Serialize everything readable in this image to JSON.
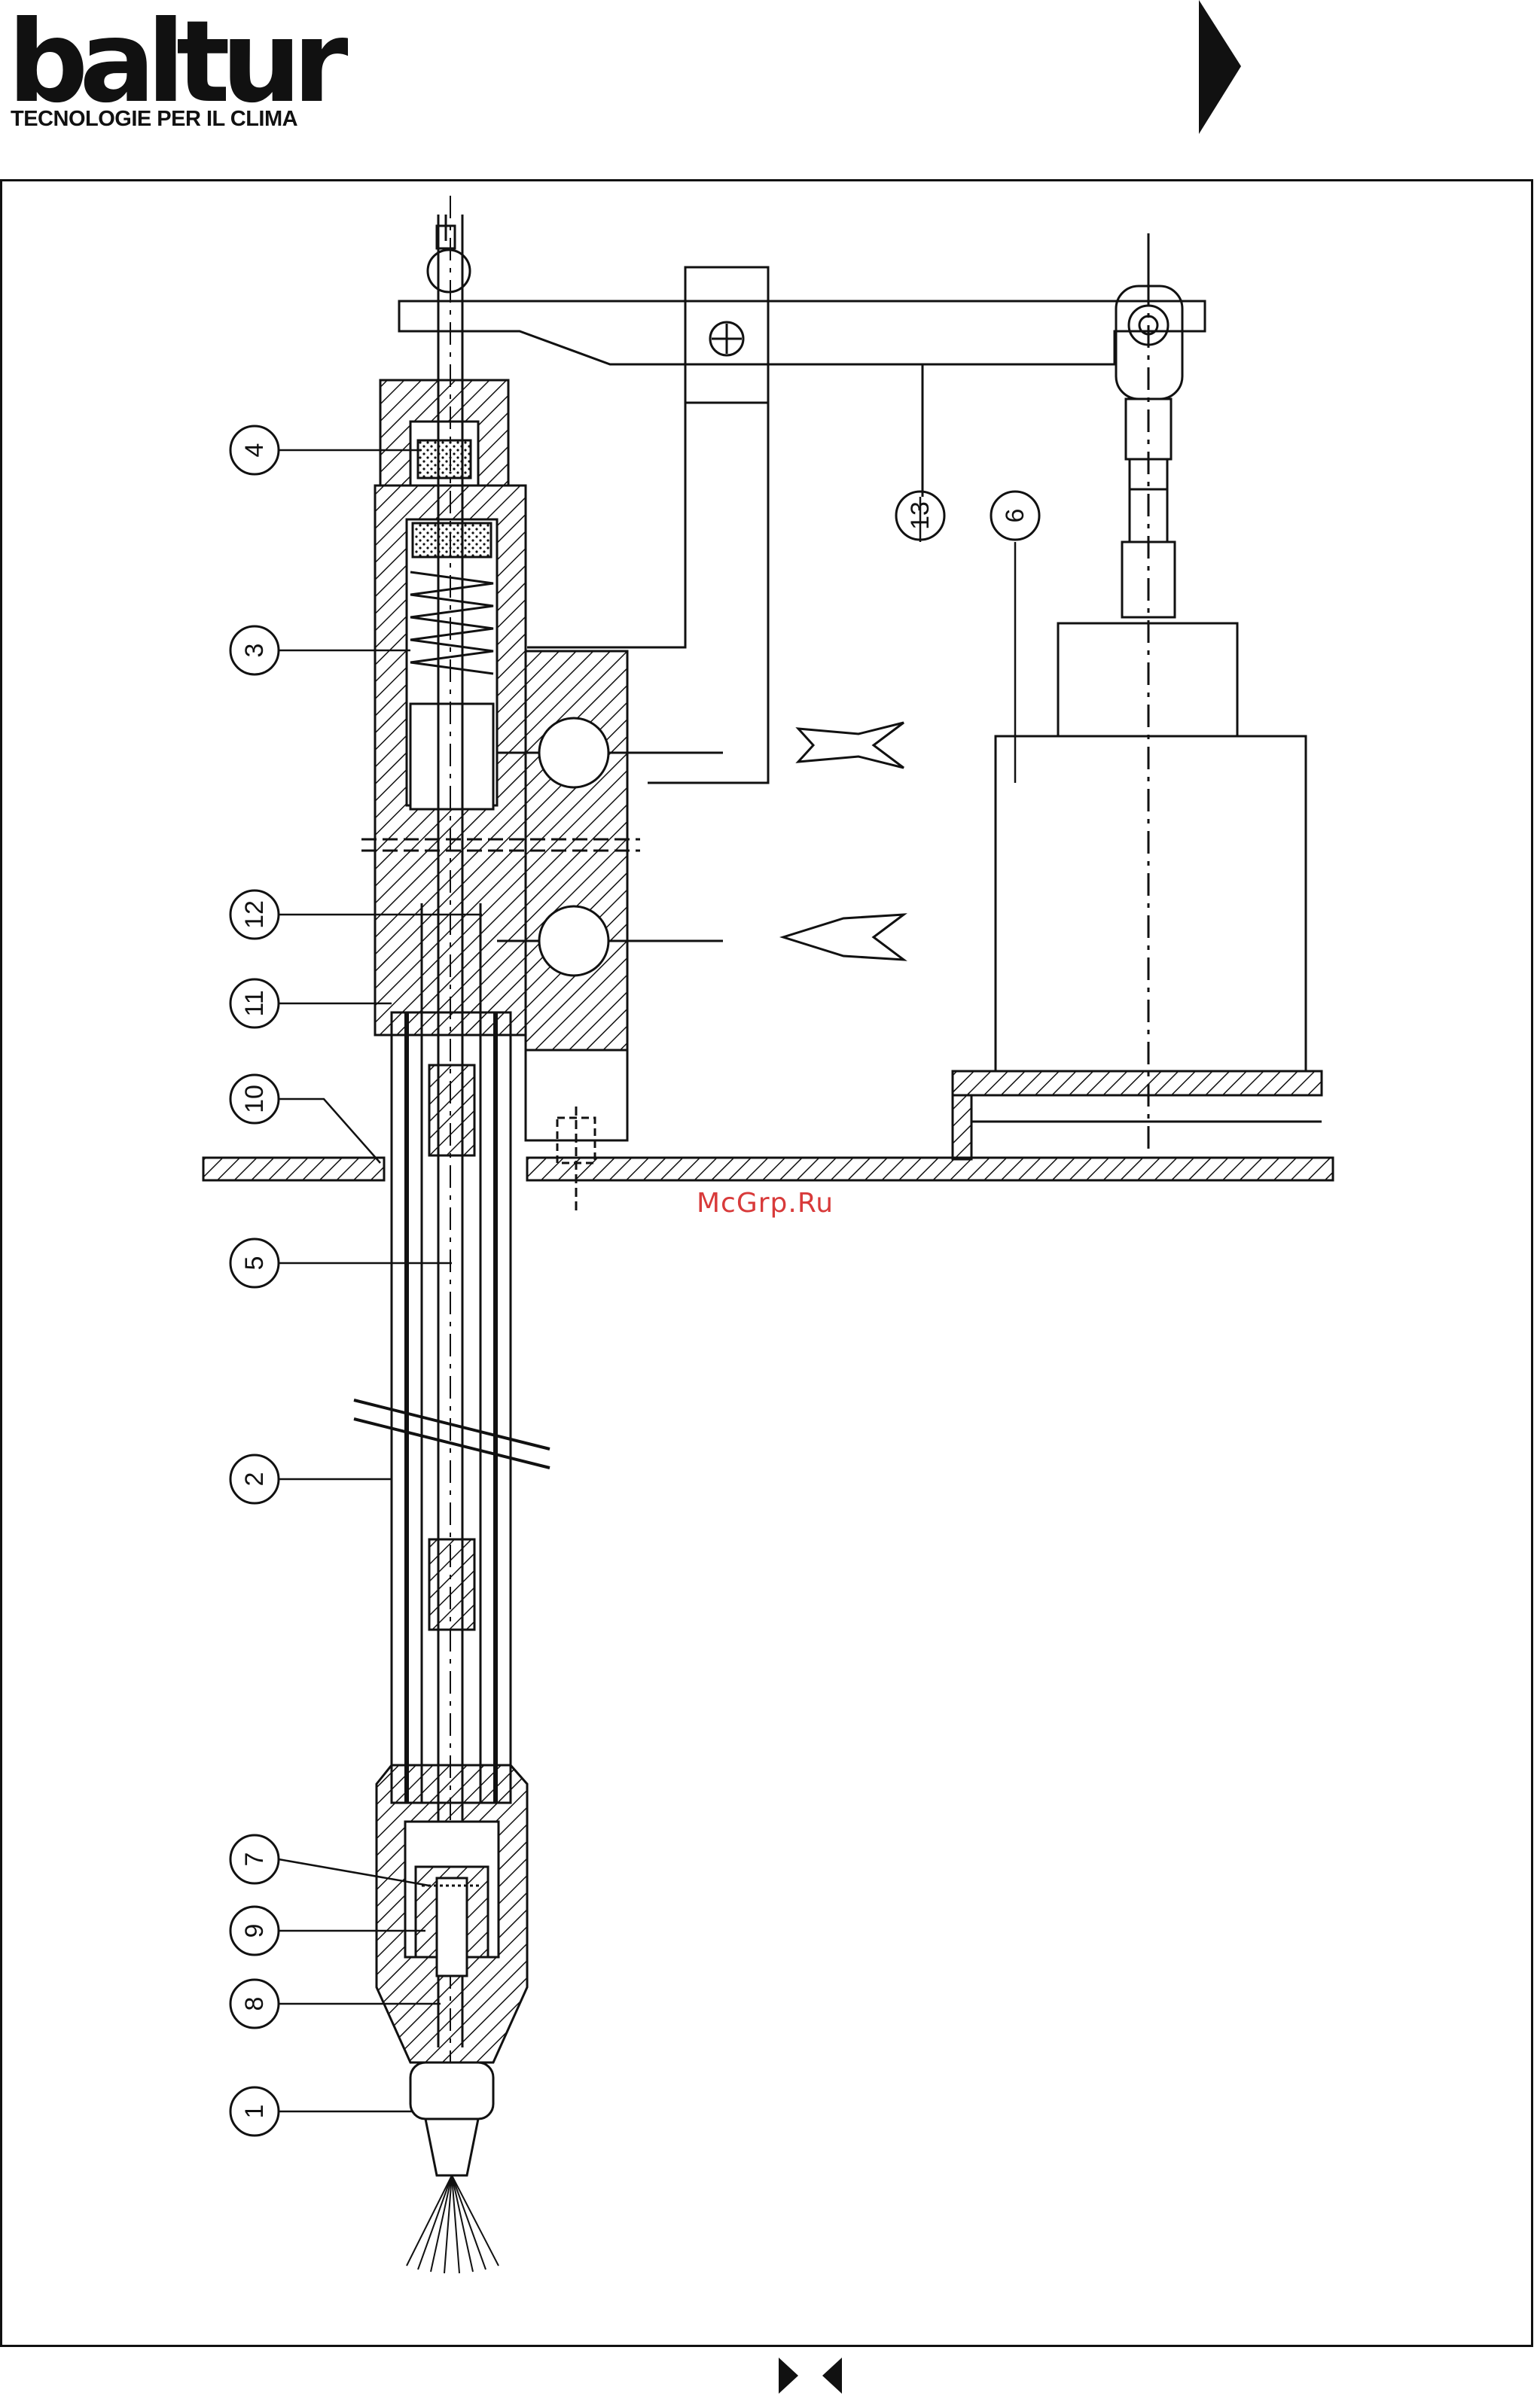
{
  "header": {
    "brand": "baltur",
    "tagline": "TECNOLOGIE PER IL CLIMA"
  },
  "watermark": "McGrp.Ru",
  "callouts": [
    "1",
    "2",
    "3",
    "4",
    "5",
    "6",
    "7",
    "8",
    "9",
    "10",
    "11",
    "12",
    "13"
  ],
  "colors": {
    "ink": "#111111",
    "watermark": "#d83a3a",
    "paper": "#ffffff"
  },
  "icons": [
    "page-forward-arrow-icon",
    "nav-next-icon",
    "nav-prev-icon"
  ]
}
